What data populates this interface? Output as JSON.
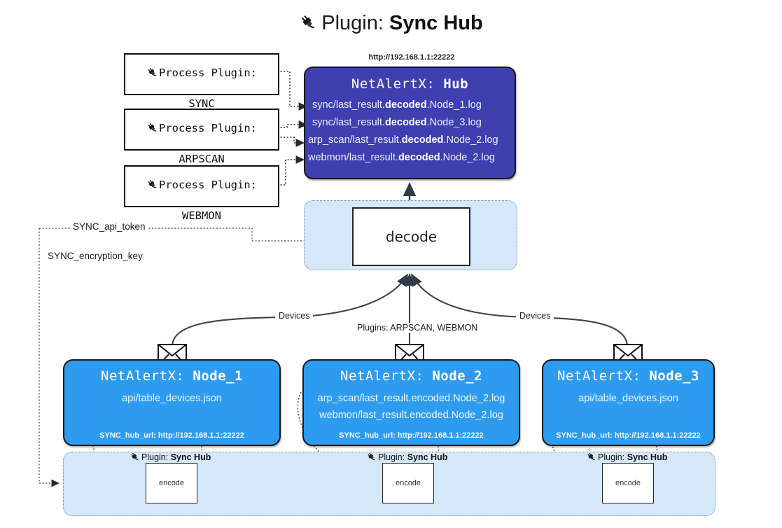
{
  "title": {
    "icon": "plug-icon",
    "prefix": "Plugin: ",
    "name": "Sync Hub"
  },
  "process_plugins": [
    {
      "icon": "plug-icon",
      "line1": "Process Plugin:",
      "line2": "SYNC"
    },
    {
      "icon": "plug-icon",
      "line1": "Process Plugin:",
      "line2": "ARPSCAN"
    },
    {
      "icon": "plug-icon",
      "line1": "Process Plugin:",
      "line2": "WEBMON"
    }
  ],
  "hub": {
    "url": "http://192.168.1.1:22222",
    "title_prefix": "NetAlertX: ",
    "title_name": "Hub",
    "logs": [
      {
        "pre": "sync/last_result.",
        "em": "decoded",
        "post": ".Node_1.log"
      },
      {
        "pre": "sync/last_result.",
        "em": "decoded",
        "post": ".Node_3.log"
      },
      {
        "pre": "arp_scan/last_result.",
        "em": "decoded",
        "post": ".Node_2.log"
      },
      {
        "pre": "webmon/last_result.",
        "em": "decoded",
        "post": ".Node_2.log"
      }
    ]
  },
  "decode": {
    "label": "decode"
  },
  "tokens": {
    "api": "SYNC_api_token",
    "encryption": "SYNC_encryption_key"
  },
  "edge_labels": {
    "devices_left": "Devices",
    "devices_right": "Devices",
    "plugins": "Plugins: ARPSCAN, WEBMON"
  },
  "nodes": [
    {
      "title_prefix": "NetAlertX: ",
      "title_name": "Node_1",
      "lines": [
        "api/table_devices.json"
      ],
      "footer": "SYNC_hub_url: http://192.168.1.1:22222",
      "envelope_icon": "envelope-icon"
    },
    {
      "title_prefix": "NetAlertX: ",
      "title_name": "Node_2",
      "lines": [
        "arp_scan/last_result.encoded.Node_2.log",
        "webmon/last_result.encoded.Node_2.log"
      ],
      "footer": "SYNC_hub_url: http://192.168.1.1:22222",
      "envelope_icon": "envelope-icon"
    },
    {
      "title_prefix": "NetAlertX: ",
      "title_name": "Node_3",
      "lines": [
        "api/table_devices.json"
      ],
      "footer": "SYNC_hub_url: http://192.168.1.1:22222",
      "envelope_icon": "envelope-icon"
    }
  ],
  "encoders": [
    {
      "icon": "plug-icon",
      "label_prefix": "Plugin: ",
      "label_name": "Sync Hub",
      "box": "encode"
    },
    {
      "icon": "plug-icon",
      "label_prefix": "Plugin: ",
      "label_name": "Sync Hub",
      "box": "encode"
    },
    {
      "icon": "plug-icon",
      "label_prefix": "Plugin: ",
      "label_name": "Sync Hub",
      "box": "encode"
    }
  ],
  "colors": {
    "hub_fill": "#3f3fb0",
    "node_fill": "#2d9cf0",
    "band_fill": "#d5e8f9",
    "stroke": "#17171f",
    "background": "#ffffff"
  }
}
